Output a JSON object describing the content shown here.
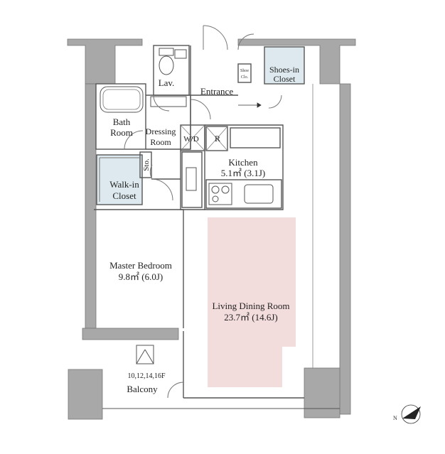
{
  "rooms": {
    "lav": "Lav.",
    "entrance": "Entrance",
    "shoe_closet": "Shoe",
    "shoe_closet_sub": "Clo.",
    "shoes_in_closet_1": "Shoes-in",
    "shoes_in_closet_2": "Closet",
    "bath_1": "Bath",
    "bath_2": "Room",
    "dressing_1": "Dressing",
    "dressing_2": "Room",
    "wd": "W/D",
    "refrigerator": "R",
    "kitchen_name": "Kitchen",
    "kitchen_area": "5.1㎡ (3.1J)",
    "storage": "Sto.",
    "walk_in_1": "Walk-in",
    "walk_in_2": "Closet",
    "master_name": "Master Bedroom",
    "master_area": "9.8㎡ (6.0J)",
    "ldr_name": "Living Dining Room",
    "ldr_area": "23.7㎡ (14.6J)",
    "balcony_floors": "10,12,14,16F",
    "balcony_name": "Balcony"
  },
  "colors": {
    "wall": "#a8a8a8",
    "wall_dark": "#909090",
    "living_highlight": "#f3dcdc",
    "closet_fill": "#dde9ee",
    "line": "#555555"
  },
  "icons": {
    "compass": "north-arrow-icon"
  }
}
